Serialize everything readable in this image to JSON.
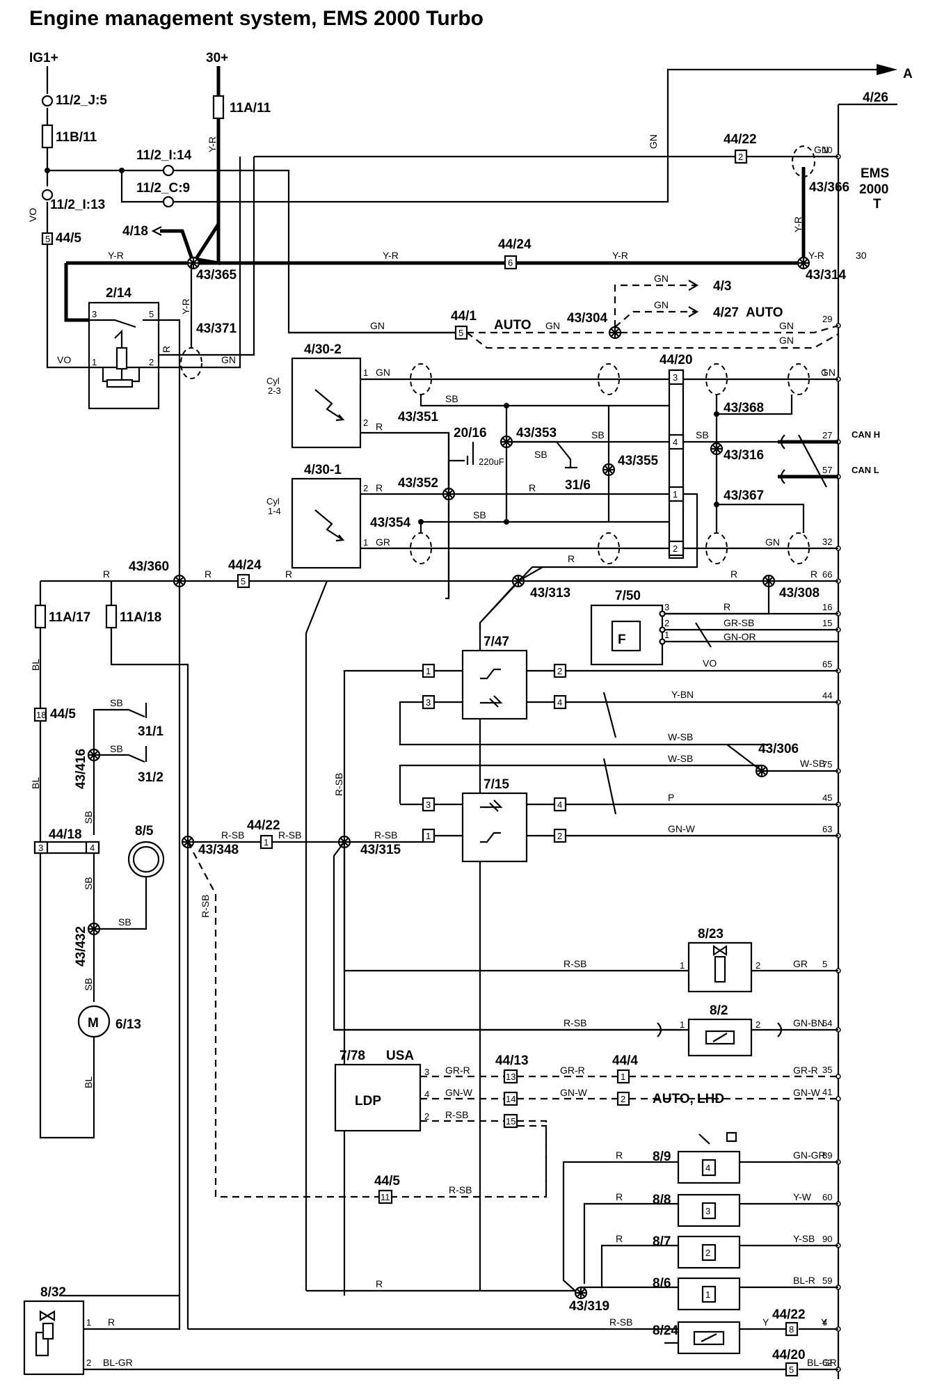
{
  "title": "Engine management system, EMS 2000 Turbo",
  "power": {
    "ig1": "IG1+",
    "b30": "30+",
    "arrow_a": "A"
  },
  "ecu": {
    "ref": "4/26",
    "name1": "EMS",
    "name2": "2000",
    "name3": "T",
    "can_h": "CAN H",
    "can_l": "CAN L",
    "pins": [
      "10",
      "30",
      "29",
      "1",
      "27",
      "57",
      "32",
      "66",
      "16",
      "15",
      "65",
      "44",
      "75",
      "45",
      "63",
      "5",
      "64",
      "35",
      "41",
      "89",
      "60",
      "90",
      "59",
      "4",
      "62"
    ]
  },
  "labels": {
    "c11_2_j5": "11/2_J:5",
    "f11b_11": "11B/11",
    "c11_2_i14": "11/2_I:14",
    "c11_2_c9": "11/2_C:9",
    "c11_2_i13": "11/2_I:13",
    "c44_5_top": "44/5",
    "c4_18": "4/18",
    "f11a_11": "11A/11",
    "c44_22_top": "44/22",
    "c43_366": "43/366",
    "c44_24_top": "44/24",
    "c43_365": "43/365",
    "c43_314": "43/314",
    "c2_14": "2/14",
    "c43_371": "43/371",
    "c4_3": "4/3",
    "c4_27": "4/27",
    "auto1": "AUTO",
    "auto2": "AUTO",
    "c44_1": "44/1",
    "c43_304": "43/304",
    "c4_30_2": "4/30-2",
    "c4_30_1": "4/30-1",
    "cyl23a": "Cyl",
    "cyl23b": "2-3",
    "cyl14a": "Cyl",
    "cyl14b": "1-4",
    "c44_20_top": "44/20",
    "c43_351": "43/351",
    "c20_16": "20/16",
    "cap": "220uF",
    "c43_353": "43/353",
    "c43_355": "43/355",
    "c43_368": "43/368",
    "c43_316": "43/316",
    "c43_367": "43/367",
    "c31_6": "31/6",
    "c43_352": "43/352",
    "c43_354": "43/354",
    "c43_360": "43/360",
    "c44_24_mid": "44/24",
    "c43_313": "43/313",
    "c43_308": "43/308",
    "c7_50": "7/50",
    "f_letter": "F",
    "f11a_17": "11A/17",
    "f11a_18": "11A/18",
    "c7_47": "7/47",
    "c18_44_5": "44/5",
    "c43_306": "43/306",
    "c31_1": "31/1",
    "c43_416": "43/416",
    "c31_2": "31/2",
    "c7_15": "7/15",
    "c44_18": "44/18",
    "c8_5": "8/5",
    "c44_22_mid": "44/22",
    "c43_348": "43/348",
    "c43_315": "43/315",
    "c43_432": "43/432",
    "c8_23": "8/23",
    "c8_2": "8/2",
    "c6_13": "6/13",
    "m": "M",
    "c7_78": "7/78",
    "usa": "USA",
    "c44_13": "44/13",
    "c44_4": "44/4",
    "ldp": "LDP",
    "auto_lhd": "AUTO, LHD",
    "c44_5_bot": "44/5",
    "c8_9": "8/9",
    "c8_8": "8/8",
    "c8_7": "8/7",
    "c8_6": "8/6",
    "c43_319": "43/319",
    "c8_24": "8/24",
    "c44_22_bot": "44/22",
    "c8_32": "8/32",
    "c44_20_bot": "44/20"
  },
  "wires": {
    "gn": "GN",
    "yr": "Y-R",
    "vo": "VO",
    "r": "R",
    "sb": "SB",
    "gr": "GR",
    "grsb": "GR-SB",
    "gnor": "GN-OR",
    "ybn": "Y-BN",
    "wsb": "W-SB",
    "p": "P",
    "gnw": "GN-W",
    "rsb": "R-SB",
    "gnbn": "GN-BN",
    "grr": "GR-R",
    "gngr": "GN-GR",
    "yw": "Y-W",
    "ysb": "Y-SB",
    "blr": "BL-R",
    "y": "Y",
    "blgr": "BL-GR",
    "bl": "BL"
  }
}
